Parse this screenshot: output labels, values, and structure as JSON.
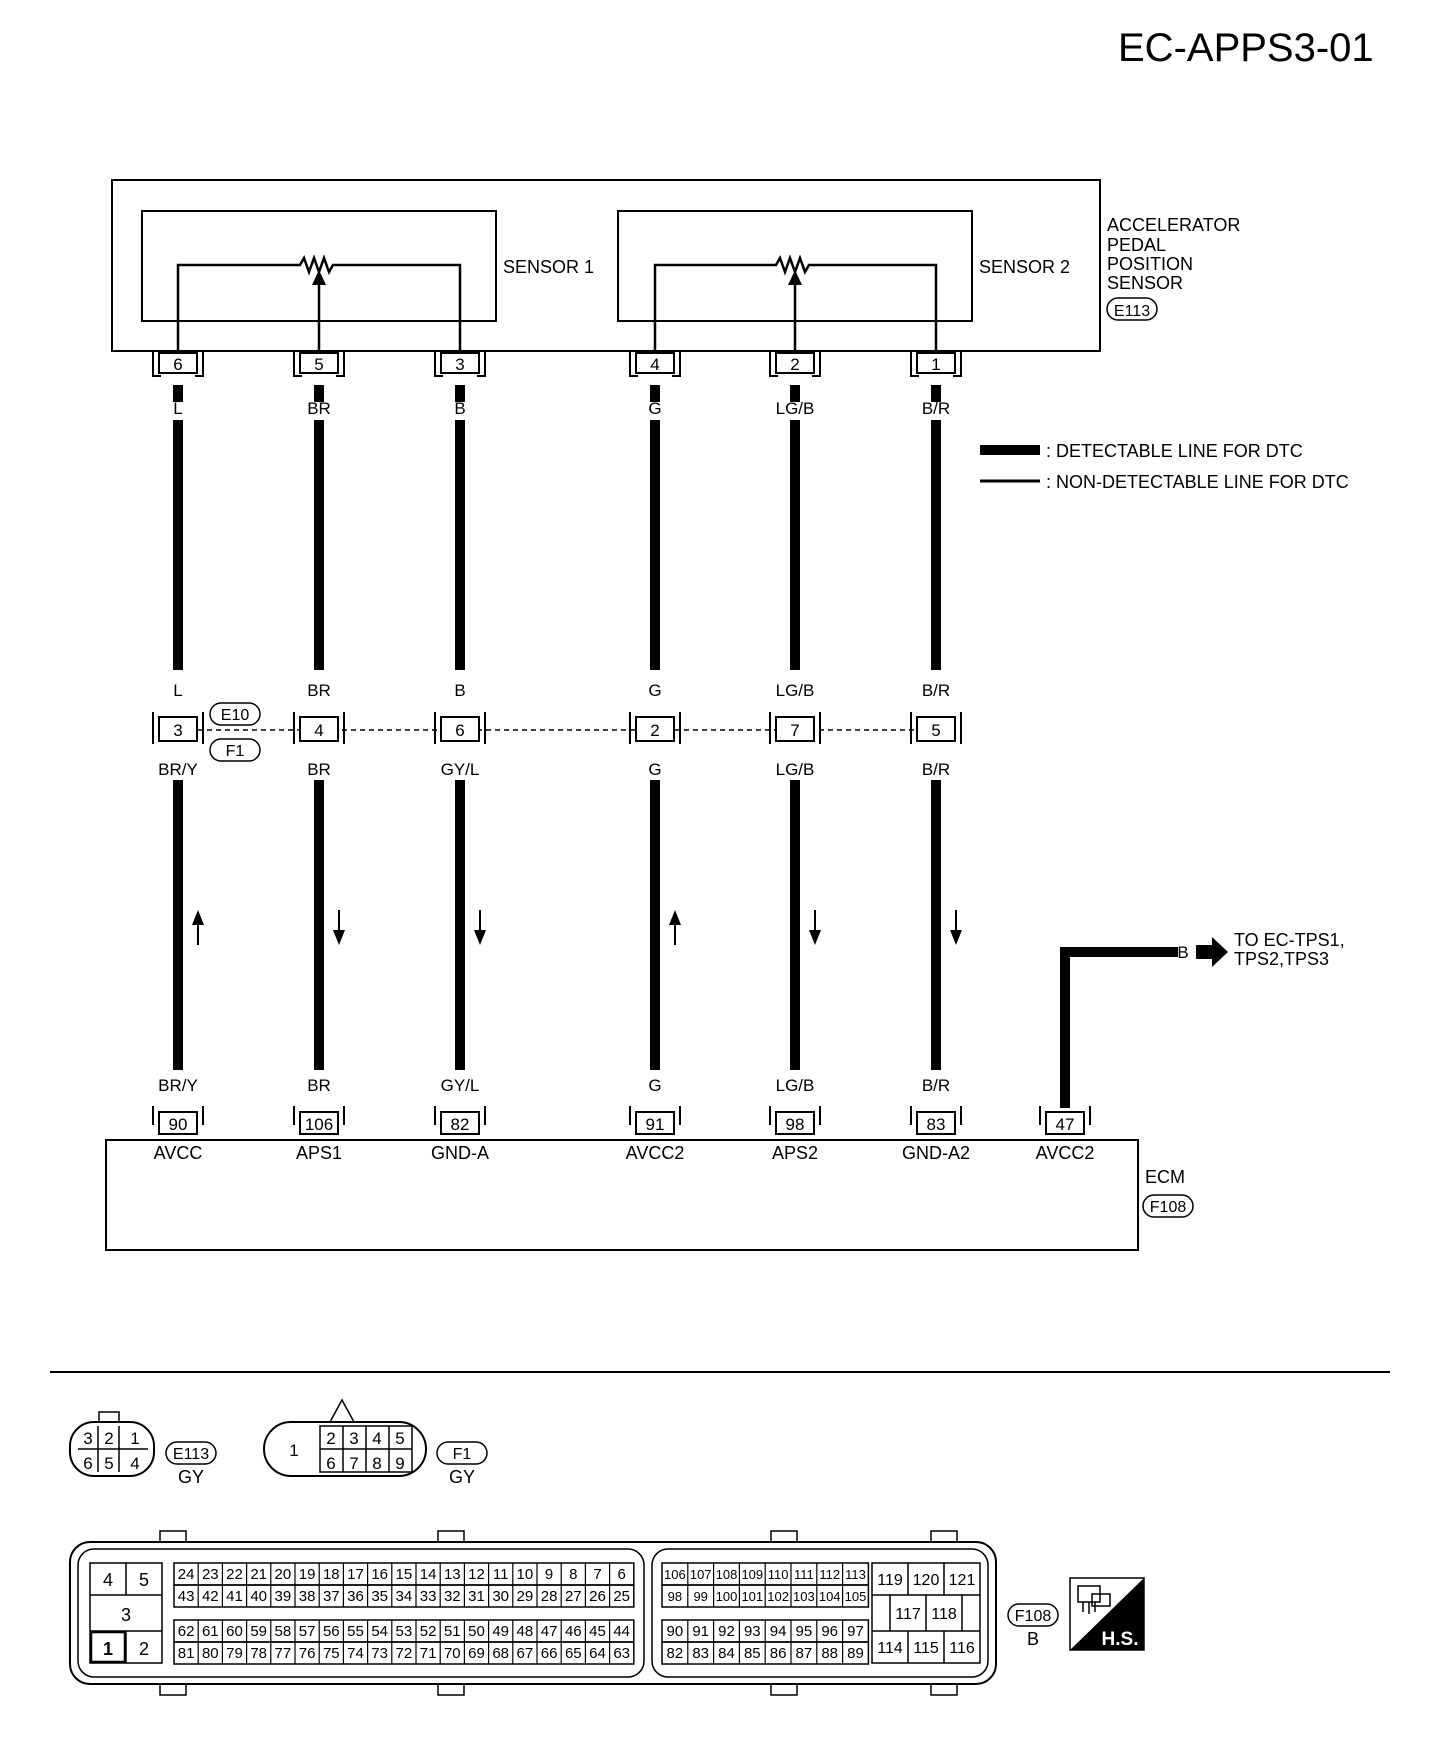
{
  "title": "EC-APPS3-01",
  "sensor": {
    "name_lines": [
      "ACCELERATOR",
      "PEDAL",
      "POSITION",
      "SENSOR"
    ],
    "connector": "E113",
    "sensor1_label": "SENSOR 1",
    "sensor2_label": "SENSOR 2"
  },
  "legend": {
    "detectable": ": DETECTABLE LINE FOR DTC",
    "non_detectable": ": NON-DETECTABLE LINE FOR DTC"
  },
  "junction": {
    "upper": "E10",
    "lower": "F1"
  },
  "wires": [
    {
      "sensor_pin": "6",
      "top_color": "L",
      "mid_color_top": "L",
      "junction_pin": "3",
      "mid_color_bottom": "BR/Y",
      "arrow": "up",
      "bottom_color": "BR/Y",
      "ecm_pin": "90",
      "ecm_label": "AVCC"
    },
    {
      "sensor_pin": "5",
      "top_color": "BR",
      "mid_color_top": "BR",
      "junction_pin": "4",
      "mid_color_bottom": "BR",
      "arrow": "down",
      "bottom_color": "BR",
      "ecm_pin": "106",
      "ecm_label": "APS1"
    },
    {
      "sensor_pin": "3",
      "top_color": "B",
      "mid_color_top": "B",
      "junction_pin": "6",
      "mid_color_bottom": "GY/L",
      "arrow": "down",
      "bottom_color": "GY/L",
      "ecm_pin": "82",
      "ecm_label": "GND-A"
    },
    {
      "sensor_pin": "4",
      "top_color": "G",
      "mid_color_top": "G",
      "junction_pin": "2",
      "mid_color_bottom": "G",
      "arrow": "up",
      "bottom_color": "G",
      "ecm_pin": "91",
      "ecm_label": "AVCC2"
    },
    {
      "sensor_pin": "2",
      "top_color": "LG/B",
      "mid_color_top": "LG/B",
      "junction_pin": "7",
      "mid_color_bottom": "LG/B",
      "arrow": "down",
      "bottom_color": "LG/B",
      "ecm_pin": "98",
      "ecm_label": "APS2"
    },
    {
      "sensor_pin": "1",
      "top_color": "B/R",
      "mid_color_top": "B/R",
      "junction_pin": "5",
      "mid_color_bottom": "B/R",
      "arrow": "down",
      "bottom_color": "B/R",
      "ecm_pin": "83",
      "ecm_label": "GND-A2"
    }
  ],
  "extra_wire": {
    "color": "B",
    "ecm_pin": "47",
    "ecm_label": "AVCC2",
    "destination_lines": [
      "TO EC-TPS1,",
      "TPS2,TPS3"
    ]
  },
  "ecm": {
    "name": "ECM",
    "connector": "F108"
  },
  "connector_views": {
    "e113": {
      "id": "E113",
      "color": "GY",
      "top_row": [
        "3",
        "2",
        "1"
      ],
      "bottom_row": [
        "6",
        "5",
        "4"
      ]
    },
    "f1": {
      "id": "F1",
      "color": "GY",
      "single": "1",
      "top_row": [
        "2",
        "3",
        "4",
        "5"
      ],
      "bottom_row": [
        "6",
        "7",
        "8",
        "9"
      ]
    },
    "f108": {
      "id": "F108",
      "color": "B",
      "left_block": [
        "4",
        "5",
        "3",
        "1",
        "2"
      ],
      "g1_row1": [
        "24",
        "23",
        "22",
        "21",
        "20",
        "19",
        "18",
        "17",
        "16",
        "15",
        "14",
        "13",
        "12",
        "11",
        "10",
        "9",
        "8",
        "7",
        "6"
      ],
      "g1_row2": [
        "43",
        "42",
        "41",
        "40",
        "39",
        "38",
        "37",
        "36",
        "35",
        "34",
        "33",
        "32",
        "31",
        "30",
        "29",
        "28",
        "27",
        "26",
        "25"
      ],
      "g1_row3": [
        "62",
        "61",
        "60",
        "59",
        "58",
        "57",
        "56",
        "55",
        "54",
        "53",
        "52",
        "51",
        "50",
        "49",
        "48",
        "47",
        "46",
        "45",
        "44"
      ],
      "g1_row4": [
        "81",
        "80",
        "79",
        "78",
        "77",
        "76",
        "75",
        "74",
        "73",
        "72",
        "71",
        "70",
        "69",
        "68",
        "67",
        "66",
        "65",
        "64",
        "63"
      ],
      "g2_row1": [
        "106",
        "107",
        "108",
        "109",
        "110",
        "111",
        "112",
        "113"
      ],
      "g2_row2": [
        "98",
        "99",
        "100",
        "101",
        "102",
        "103",
        "104",
        "105"
      ],
      "g2_row3": [
        "90",
        "91",
        "92",
        "93",
        "94",
        "95",
        "96",
        "97"
      ],
      "g2_row4": [
        "82",
        "83",
        "84",
        "85",
        "86",
        "87",
        "88",
        "89"
      ],
      "right_top": [
        "119",
        "120",
        "121"
      ],
      "right_mid": [
        "117",
        "118"
      ],
      "right_bottom": [
        "114",
        "115",
        "116"
      ]
    }
  },
  "hs_mark": "H.S."
}
